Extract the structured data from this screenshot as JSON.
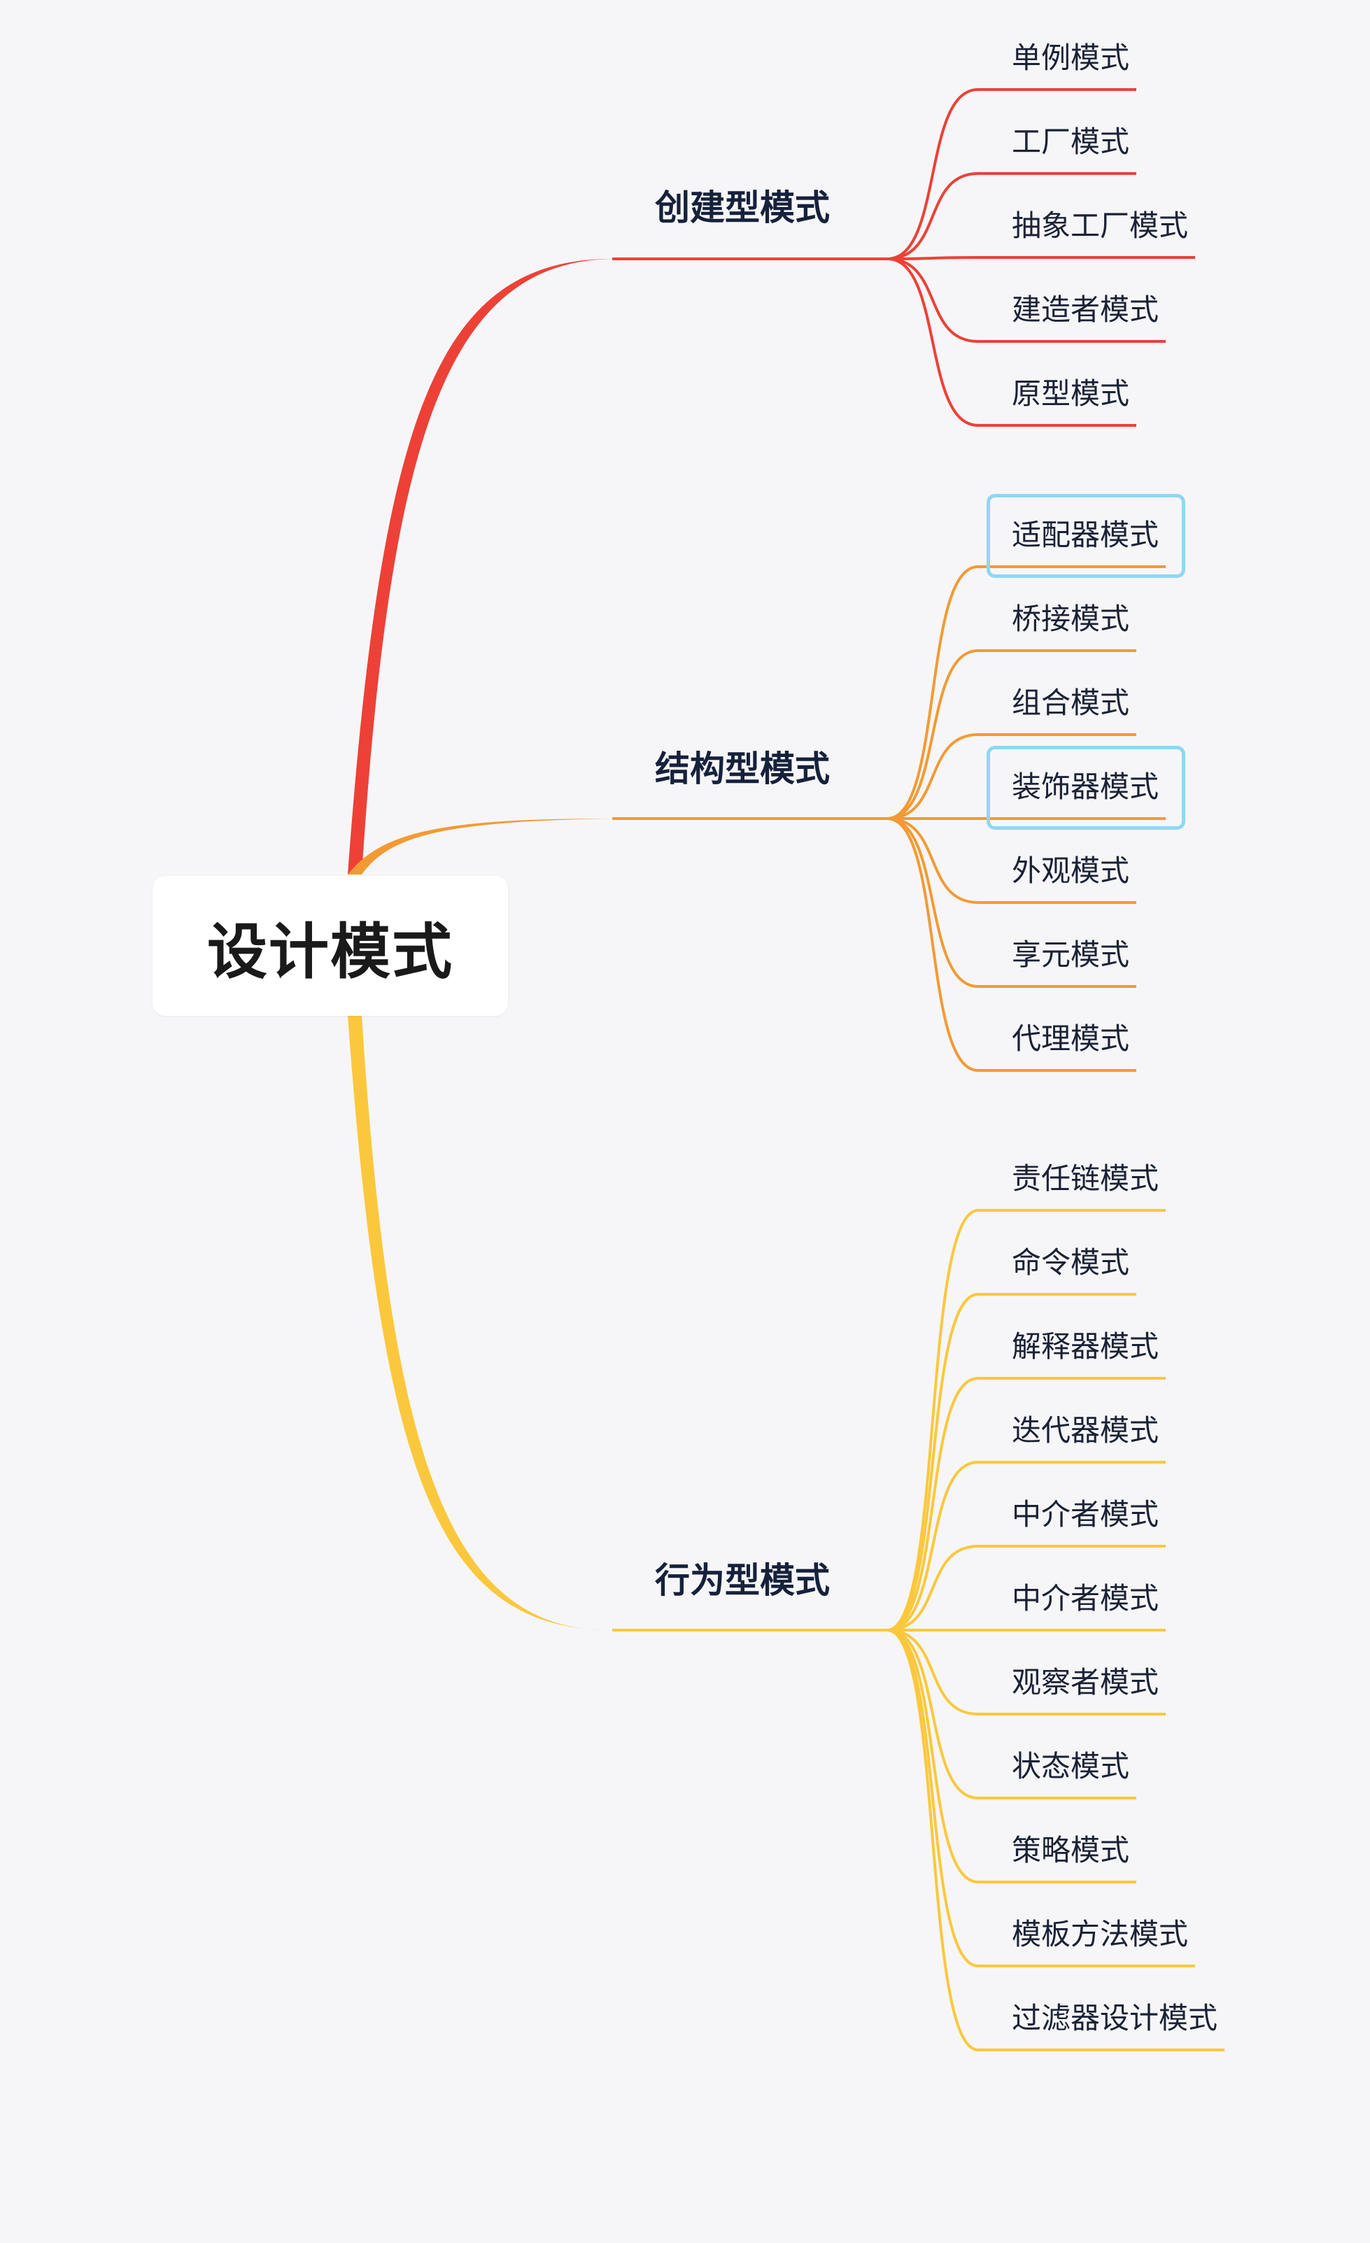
{
  "mindmap": {
    "root": {
      "label": "设计模式"
    },
    "branches": [
      {
        "label": "创建型模式",
        "color": "#ed4137",
        "leaves": [
          {
            "label": "单例模式"
          },
          {
            "label": "工厂模式"
          },
          {
            "label": "抽象工厂模式"
          },
          {
            "label": "建造者模式"
          },
          {
            "label": "原型模式"
          }
        ]
      },
      {
        "label": "结构型模式",
        "color": "#f39a34",
        "leaves": [
          {
            "label": "适配器模式",
            "highlighted": true
          },
          {
            "label": "桥接模式"
          },
          {
            "label": "组合模式"
          },
          {
            "label": "装饰器模式",
            "highlighted": true
          },
          {
            "label": "外观模式"
          },
          {
            "label": "享元模式"
          },
          {
            "label": "代理模式"
          }
        ]
      },
      {
        "label": "行为型模式",
        "color": "#fbc83d",
        "leaves": [
          {
            "label": "责任链模式"
          },
          {
            "label": "命令模式"
          },
          {
            "label": "解释器模式"
          },
          {
            "label": "迭代器模式"
          },
          {
            "label": "中介者模式"
          },
          {
            "label": "中介者模式"
          },
          {
            "label": "观察者模式"
          },
          {
            "label": "状态模式"
          },
          {
            "label": "策略模式"
          },
          {
            "label": "模板方法模式"
          },
          {
            "label": "过滤器设计模式"
          }
        ]
      }
    ],
    "highlight_color": "#8ed7f4"
  }
}
